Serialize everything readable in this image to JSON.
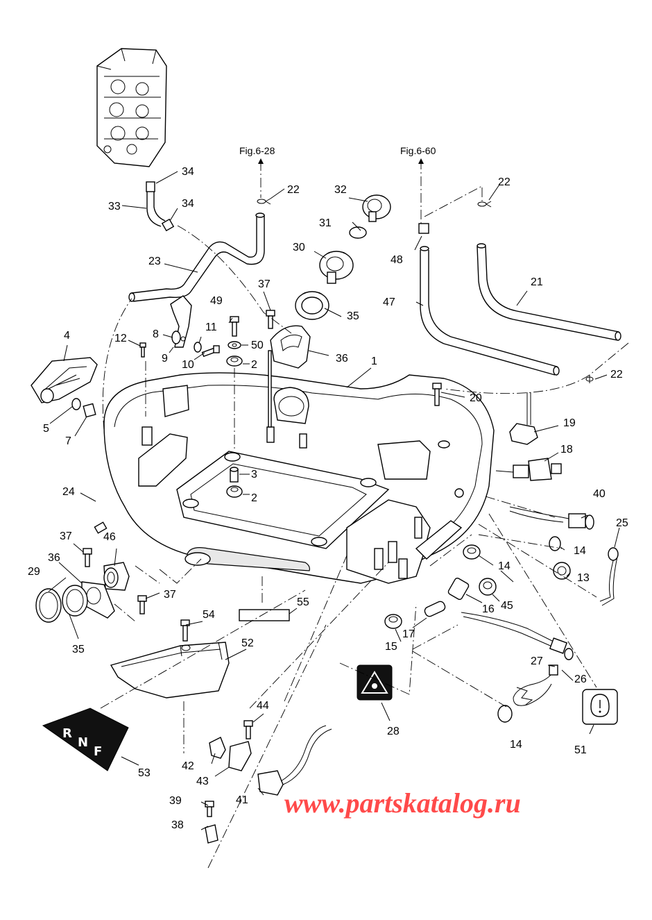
{
  "diagram": {
    "ref_top_left": "Fig.6-28",
    "ref_top_right": "Fig.6-60",
    "watermark": "www.partskatalog.ru",
    "shift_label": {
      "r": "R",
      "n": "N",
      "f": "F"
    },
    "callouts": [
      "1",
      "2",
      "2",
      "3",
      "4",
      "5",
      "7",
      "8",
      "9",
      "10",
      "11",
      "12",
      "13",
      "14",
      "14",
      "14",
      "15",
      "16",
      "17",
      "18",
      "19",
      "20",
      "21",
      "22",
      "22",
      "22",
      "23",
      "24",
      "25",
      "26",
      "27",
      "28",
      "29",
      "30",
      "31",
      "32",
      "33",
      "34",
      "34",
      "35",
      "35",
      "36",
      "36",
      "37",
      "37",
      "37",
      "38",
      "39",
      "40",
      "41",
      "42",
      "43",
      "44",
      "45",
      "46",
      "47",
      "48",
      "49",
      "50",
      "51",
      "52",
      "53",
      "54",
      "55"
    ]
  }
}
